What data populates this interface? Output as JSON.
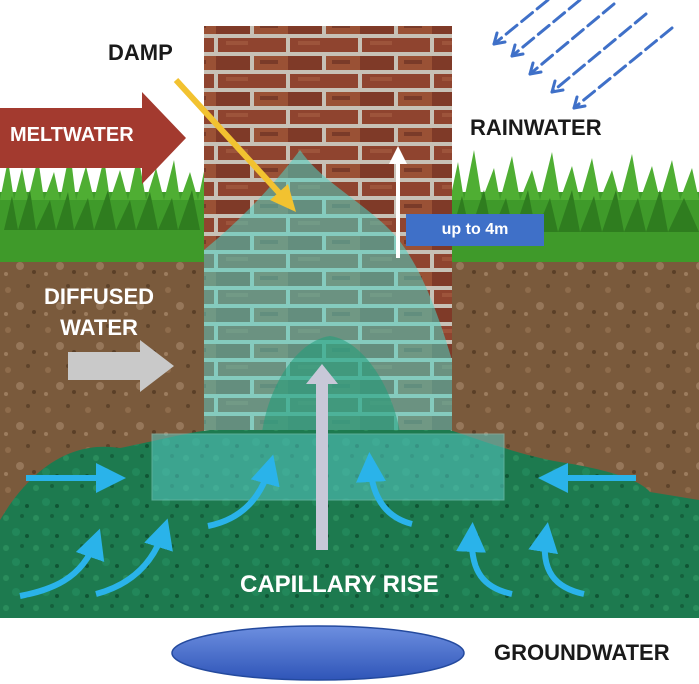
{
  "labels": {
    "damp": "DAMP",
    "meltwater": "MELTWATER",
    "rainwater": "RAINWATER",
    "height": "up to 4m",
    "diffused_line1": "DIFFUSED",
    "diffused_line2": "WATER",
    "capillary": "CAPILLARY RISE",
    "groundwater": "GROUNDWATER"
  },
  "colors": {
    "meltwater_arrow": "#a33a2f",
    "damp_arrow": "#f2c230",
    "diffused_arrow": "#c9c9c9",
    "water_arrows": "#2ab3ea",
    "capillary_arrow": "#c8c8d8",
    "rain_streaks": "#3f70c8",
    "height_badge": "#3f70c8",
    "groundwater": "#3a5fc2",
    "saturated_soil": "#1d7a4f",
    "damp_tint": "#4fd4c4",
    "soil": "#7a5a3c",
    "grass": "#3f9a2a",
    "brick": "#9c4a33"
  }
}
